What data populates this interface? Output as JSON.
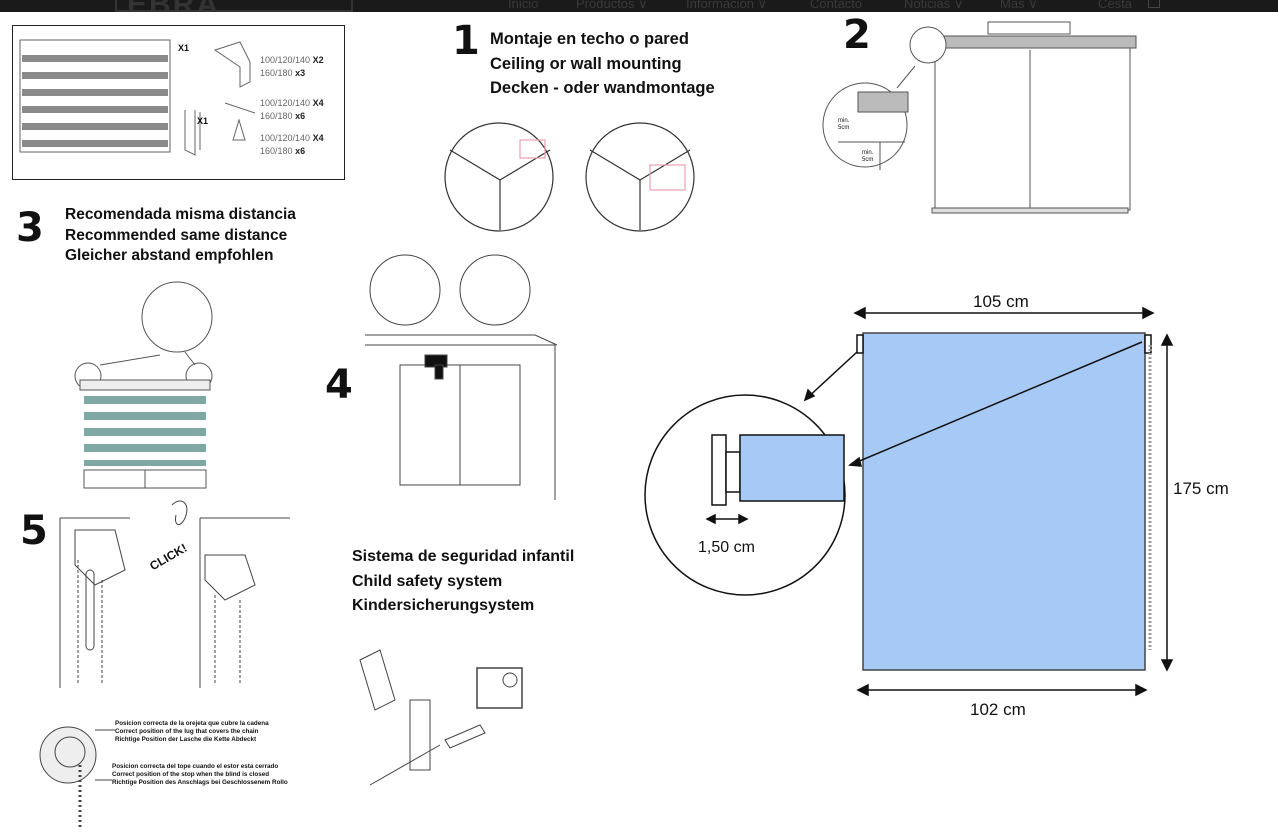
{
  "nav": {
    "logo": "EBRA",
    "items": [
      "Inicio",
      "Productos ∨",
      "Información ∨",
      "Contacto",
      "Noticias ∨",
      "Más ∨"
    ],
    "cart": "Cesta"
  },
  "parts": {
    "blind_qty": "X1",
    "chain_qty": "X1",
    "rows": [
      {
        "a": "100/120/140",
        "aq": "X2",
        "b": "160/180",
        "bq": "x3"
      },
      {
        "a": "100/120/140",
        "aq": "X4",
        "b": "160/180",
        "bq": "x6"
      },
      {
        "a": "100/120/140",
        "aq": "X4",
        "b": "160/180",
        "bq": "x6"
      }
    ]
  },
  "step1": {
    "number": "1",
    "lines": [
      "Montaje en techo o pared",
      "Ceiling or wall mounting",
      "Decken - oder wandmontage"
    ]
  },
  "step2": {
    "number": "2",
    "min1": "min.",
    "min1v": "5cm",
    "min2": "min.",
    "min2v": "5cm"
  },
  "step3": {
    "number": "3",
    "lines": [
      "Recomendada misma distancia",
      "Recommended same distance",
      "Gleicher abstand empfohlen"
    ]
  },
  "step4": {
    "number": "4"
  },
  "step5": {
    "number": "5",
    "click": "CLICK!"
  },
  "safety": {
    "lines": [
      "Sistema de seguridad infantil",
      "Child safety system",
      "Kindersicherungsystem"
    ]
  },
  "chain_notes": {
    "top": [
      "Posicion correcta de la orejeta que cubre la cadena",
      "Correct position of the lug that covers the chain",
      "Richtige Position der Lasche die Kette Abdeckt"
    ],
    "bottom": [
      "Posicion correcta del tope cuando el estor esta cerrado",
      "Correct position of the stop when the blind is closed",
      "Richtige Position des Anschlags bei Geschlossenem Rollo"
    ]
  },
  "dimensions": {
    "top_width": "105 cm",
    "height": "175 cm",
    "bottom_width": "102 cm",
    "bracket_gap": "1,50 cm",
    "fabric_color": "#a6c9f5"
  }
}
